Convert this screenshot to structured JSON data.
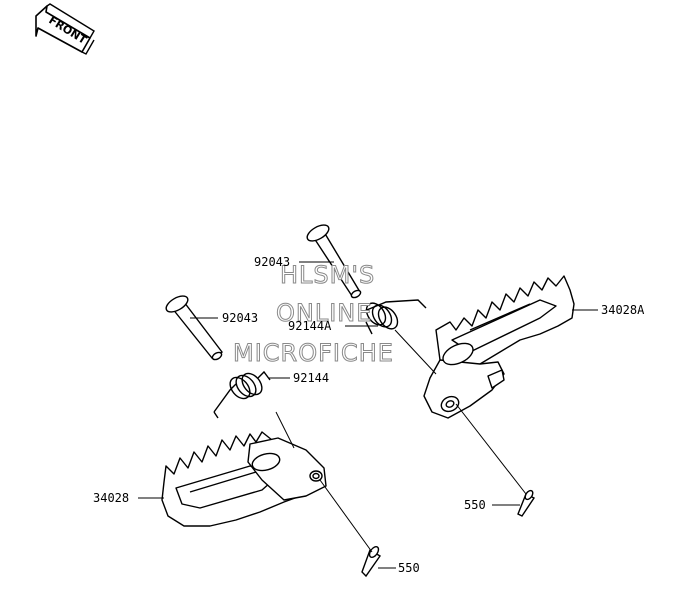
{
  "front_arrow": {
    "label": "FRONT",
    "icon": "front-direction-arrow-icon"
  },
  "watermark": {
    "line1": "HLSM'S",
    "line2": "ONLINE",
    "line3": "MICROFICHE"
  },
  "labels": {
    "pin_upper": "92043",
    "pin_lower": "92043",
    "spring_right": "92144A",
    "spring_left": "92144",
    "footpeg_right": "34028A",
    "footpeg_left": "34028",
    "cotter_right": "550",
    "cotter_left": "550"
  },
  "colors": {
    "line": "#000000",
    "watermark_outline": "#8a8a8a",
    "background": "#ffffff"
  }
}
